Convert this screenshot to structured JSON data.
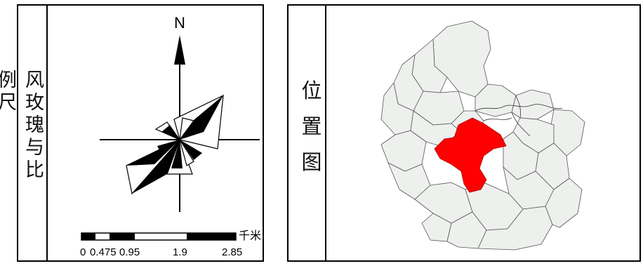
{
  "wind_panel": {
    "title": "风玫瑰与比例尺",
    "north_label": "N",
    "scale": {
      "unit": "千米",
      "ticks": [
        "0",
        "0.475",
        "0.95",
        "1.9",
        "2.85"
      ],
      "tick_values": [
        0,
        0.475,
        0.95,
        1.9,
        2.85
      ]
    }
  },
  "location_panel": {
    "title": "位置图",
    "highlight_color": "#ff0000",
    "map_fill": "#eef0ee",
    "boundary_color": "#555555"
  }
}
